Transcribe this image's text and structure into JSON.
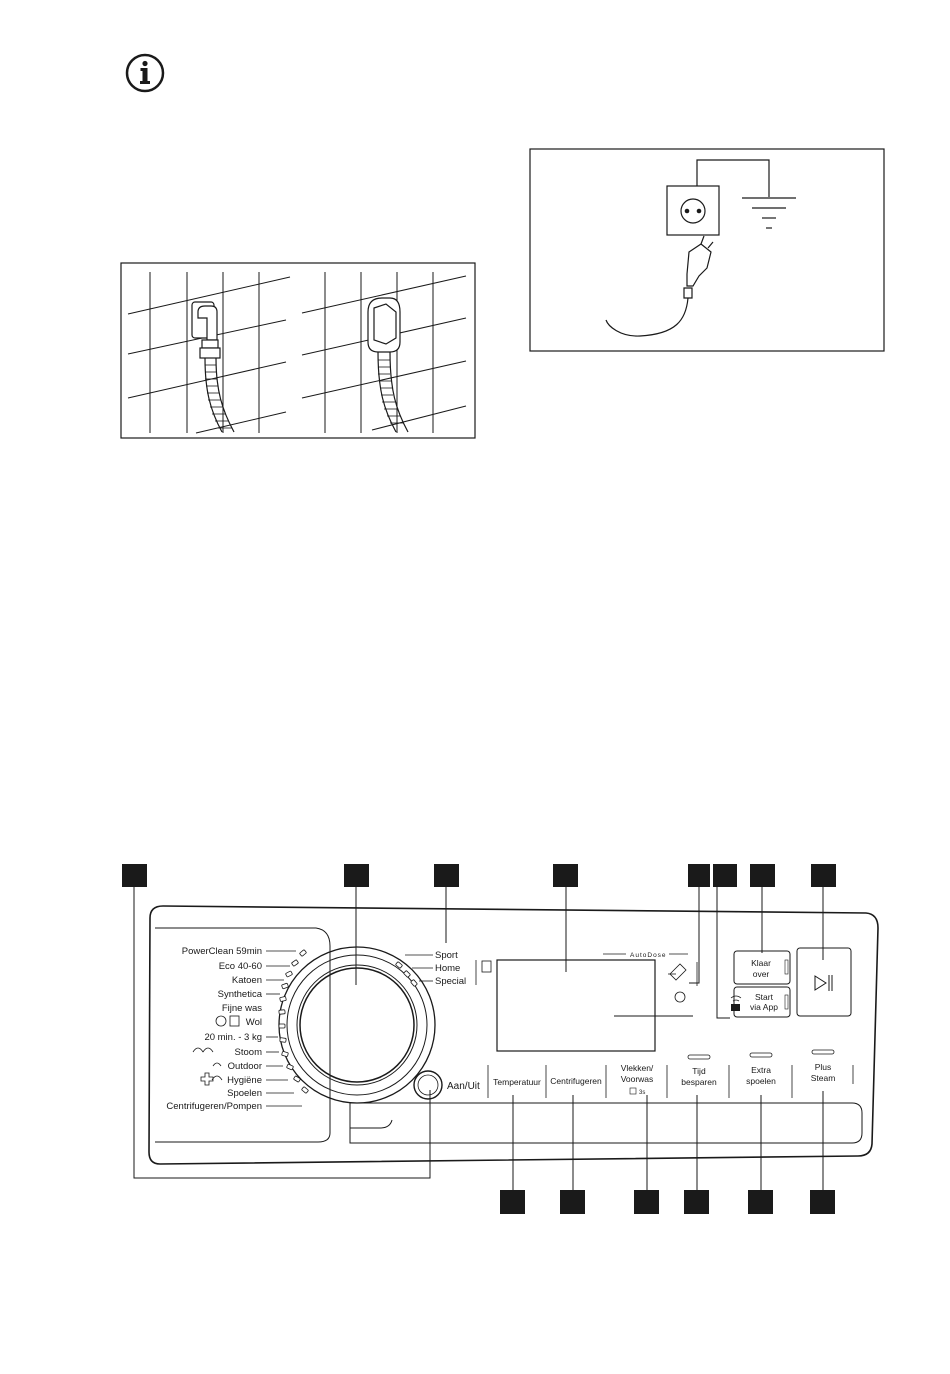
{
  "info_icon": "info-icon",
  "control_panel": {
    "programmes": [
      "PowerClean 59min",
      "Eco 40-60",
      "Katoen",
      "Synthetica",
      "Fijne was",
      "Wol",
      "20 min. - 3 kg",
      "Stoom",
      "Outdoor",
      "Hygiëne",
      "Spoelen",
      "Centrifugeren/Pompen"
    ],
    "categories": [
      "Sport",
      "Home",
      "Special"
    ],
    "autodose_label": "AutoDose",
    "power_button_label": "Aan/Uit",
    "klaar_over_line1": "Klaar",
    "klaar_over_line2": "over",
    "start_app_line1": "Start",
    "start_app_line2": "via App",
    "buttons": {
      "temperatuur": "Temperatuur",
      "centrifugeren": "Centrifugeren",
      "vlekken_line1": "Vlekken/",
      "vlekken_line2": "Voorwas",
      "vlekken_sub": "3s",
      "tijd_line1": "Tijd",
      "tijd_line2": "besparen",
      "extra_line1": "Extra",
      "extra_line2": "spoelen",
      "plus_line1": "Plus",
      "plus_line2": "Steam"
    }
  }
}
